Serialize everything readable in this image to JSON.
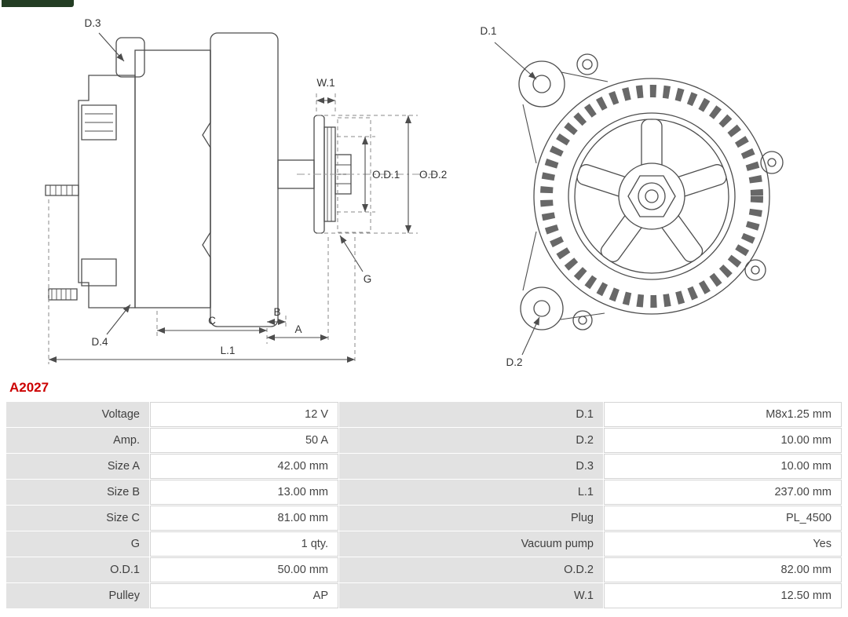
{
  "brand": {
    "strip_color": "#233d23"
  },
  "part_number": "A2027",
  "colors": {
    "part_number_text": "#cc0000",
    "drawing_line": "#4d4d4d",
    "label_cell_bg": "#e2e2e2",
    "value_cell_border": "#d4d4d4"
  },
  "diagram": {
    "side": {
      "d3": "D.3",
      "d4": "D.4",
      "w1": "W.1",
      "od1": "O.D.1",
      "od2": "O.D.2",
      "g": "G",
      "c": "C",
      "b": "B",
      "a": "A",
      "l1": "L.1"
    },
    "front": {
      "d1": "D.1",
      "d2": "D.2"
    }
  },
  "table": {
    "rows": [
      [
        "Voltage",
        "12 V",
        "D.1",
        "M8x1.25 mm"
      ],
      [
        "Amp.",
        "50 A",
        "D.2",
        "10.00 mm"
      ],
      [
        "Size A",
        "42.00 mm",
        "D.3",
        "10.00 mm"
      ],
      [
        "Size B",
        "13.00 mm",
        "L.1",
        "237.00 mm"
      ],
      [
        "Size C",
        "81.00 mm",
        "Plug",
        "PL_4500"
      ],
      [
        "G",
        "1 qty.",
        "Vacuum pump",
        "Yes"
      ],
      [
        "O.D.1",
        "50.00 mm",
        "O.D.2",
        "82.00 mm"
      ],
      [
        "Pulley",
        "AP",
        "W.1",
        "12.50 mm"
      ]
    ]
  }
}
